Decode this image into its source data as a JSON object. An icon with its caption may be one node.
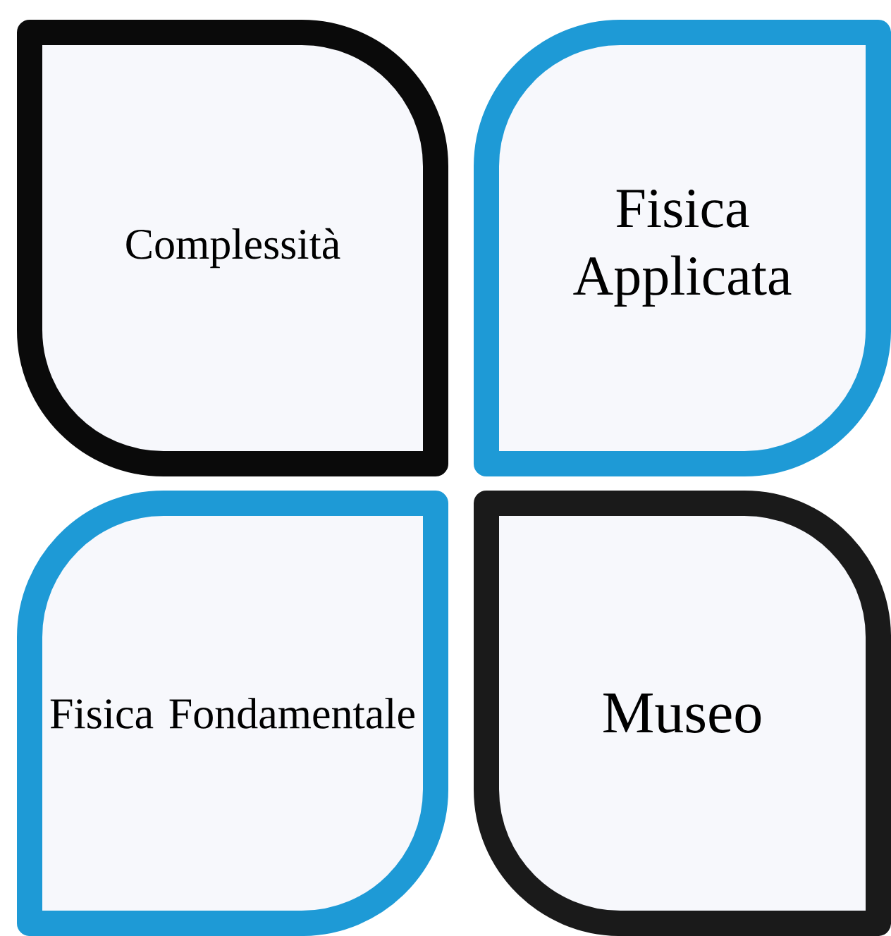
{
  "diagram": {
    "nodes": [
      {
        "text": [
          "Complessità"
        ]
      },
      {
        "text": [
          "Fisica Applicata"
        ]
      },
      {
        "text": [
          "Fisica Fondamentale"
        ]
      },
      {
        "text": [
          "Museo"
        ]
      }
    ]
  }
}
